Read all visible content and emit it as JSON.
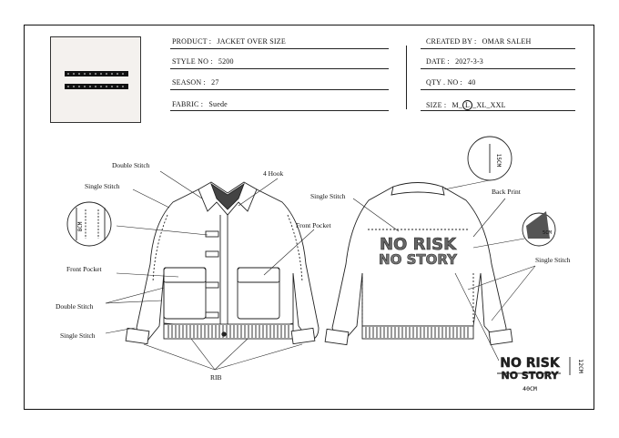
{
  "header": {
    "product_label": "PRODUCT :",
    "product_value": "JACKET OVER SIZE",
    "style_label": "STYLE NO :",
    "style_value": "5200",
    "season_label": "SEASON :",
    "season_value": "27",
    "fabric_label": "FABRIC :",
    "fabric_value": "Suede",
    "created_label": "CREATED BY :",
    "created_value": "OMAR SALEH",
    "date_label": "DATE :",
    "date_value": "2027-3-3",
    "qty_label": "QTY . NO :",
    "qty_value": "40",
    "size_label": "SIZE :",
    "sizes": [
      "M",
      "L",
      "XL",
      "XXL"
    ],
    "selected_size": "L"
  },
  "callouts": {
    "double_stitch_top": "Double Stitch",
    "single_stitch_left": "Single Stitch",
    "hook": "4 Hook",
    "front_pocket_right": "Front Pocket",
    "front_pocket_left": "Front Pocket",
    "double_stitch_left": "Double Stitch",
    "single_stitch_bottom": "Single Stitch",
    "rib": "RIB",
    "single_stitch_back": "Single Stitch",
    "back_print": "Back Print",
    "single_stitch_back_right": "Single Stitch"
  },
  "measurements": {
    "stitch_gap": "8CM",
    "collar_height": "15CM",
    "print_inset": "5CM",
    "print_width": "40CM",
    "print_height": "12CM"
  },
  "print": {
    "line1": "NO RISK",
    "line2": "NO STORY"
  }
}
